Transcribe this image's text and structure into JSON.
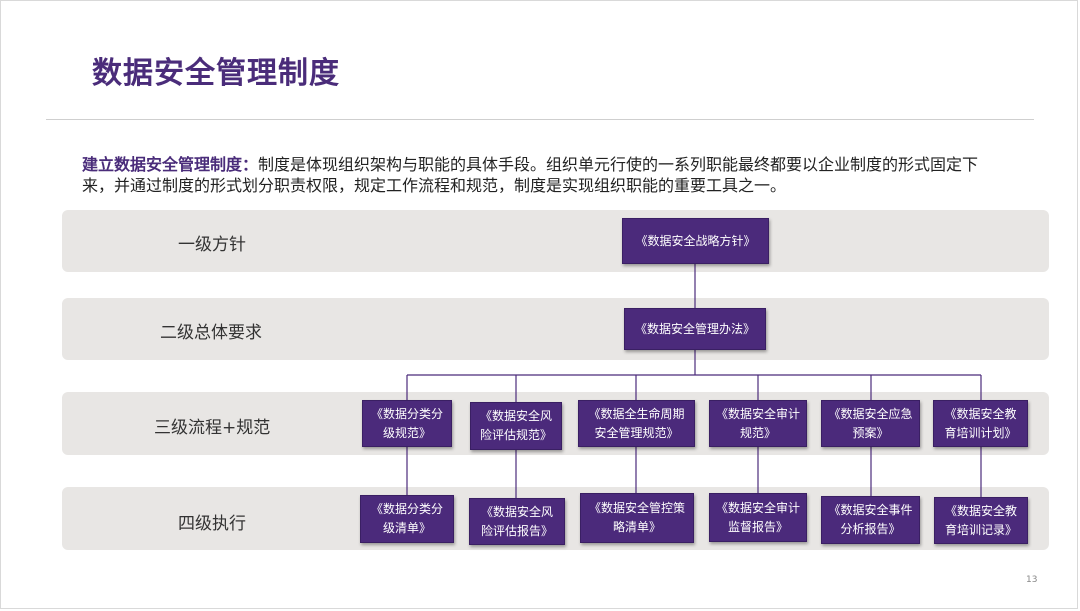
{
  "title": "数据安全管理制度",
  "intro": {
    "lead": "建立数据安全管理制度：",
    "text": "制度是体现组织架构与职能的具体手段。组织单元行使的一系列职能最终都要以企业制度的形式固定下来，并通过制度的形式划分职责权限，规定工作流程和规范，制度是实现组织职能的重要工具之一。"
  },
  "levels": [
    {
      "label": "一级方针"
    },
    {
      "label": "二级总体要求"
    },
    {
      "label": "三级流程+规范"
    },
    {
      "label": "四级执行"
    }
  ],
  "nodes": {
    "l1": "《数据安全战略方针》",
    "l2": "《数据安全管理办法》",
    "l3": [
      "《数据分类分级规范》",
      "《数据安全风险评估规范》",
      "《数据全生命周期安全管理规范》",
      "《数据安全审计规范》",
      "《数据安全应急预案》",
      "《数据安全教育培训计划》"
    ],
    "l4": [
      "《数据分类分级清单》",
      "《数据安全风险评估报告》",
      "《数据安全管控策略清单》",
      "《数据安全审计监督报告》",
      "《数据安全事件分析报告》",
      "《数据安全教育培训记录》"
    ]
  },
  "page_number": "13",
  "colors": {
    "title": "#4a2c7a",
    "node": "#4b2a7b",
    "band": "#e8e6e4"
  }
}
